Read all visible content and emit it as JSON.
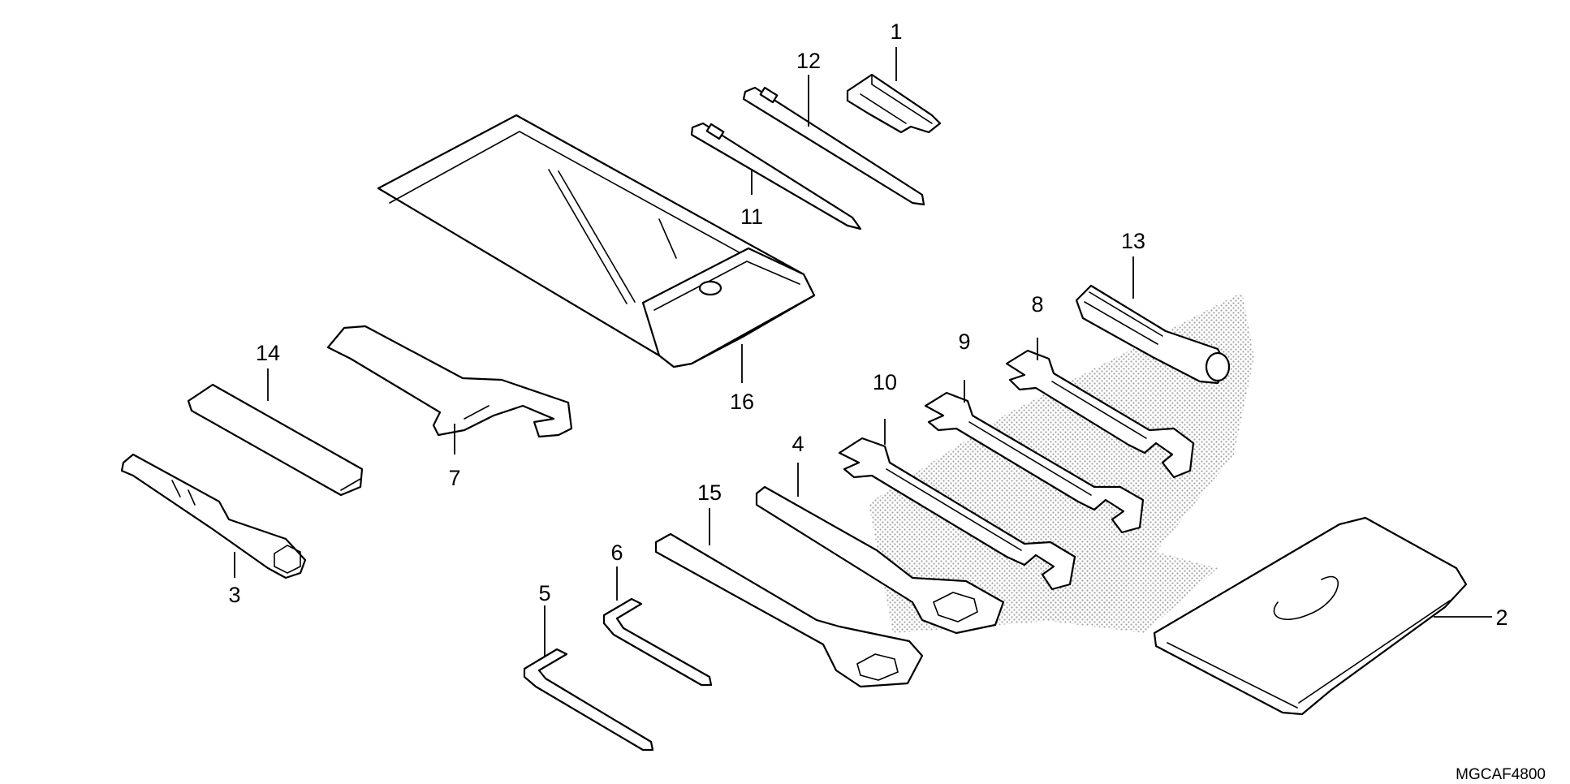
{
  "diagram": {
    "reference_code": "MGCAF4800",
    "parts": [
      {
        "id": "1",
        "icon": "fuse-puller-icon"
      },
      {
        "id": "2",
        "icon": "tool-bag-icon"
      },
      {
        "id": "3",
        "icon": "plug-wrench-icon"
      },
      {
        "id": "4",
        "icon": "open-end-wrench-icon"
      },
      {
        "id": "5",
        "icon": "hex-key-icon"
      },
      {
        "id": "6",
        "icon": "hex-key-icon"
      },
      {
        "id": "7",
        "icon": "pin-spanner-icon"
      },
      {
        "id": "8",
        "icon": "double-open-end-wrench-icon"
      },
      {
        "id": "9",
        "icon": "double-open-end-wrench-icon"
      },
      {
        "id": "10",
        "icon": "double-open-end-wrench-icon"
      },
      {
        "id": "11",
        "icon": "screwdriver-icon"
      },
      {
        "id": "12",
        "icon": "screwdriver-icon"
      },
      {
        "id": "13",
        "icon": "screwdriver-grip-icon"
      },
      {
        "id": "14",
        "icon": "extension-bar-icon"
      },
      {
        "id": "15",
        "icon": "box-end-wrench-icon"
      },
      {
        "id": "16",
        "icon": "tool-pouch-icon"
      }
    ]
  }
}
